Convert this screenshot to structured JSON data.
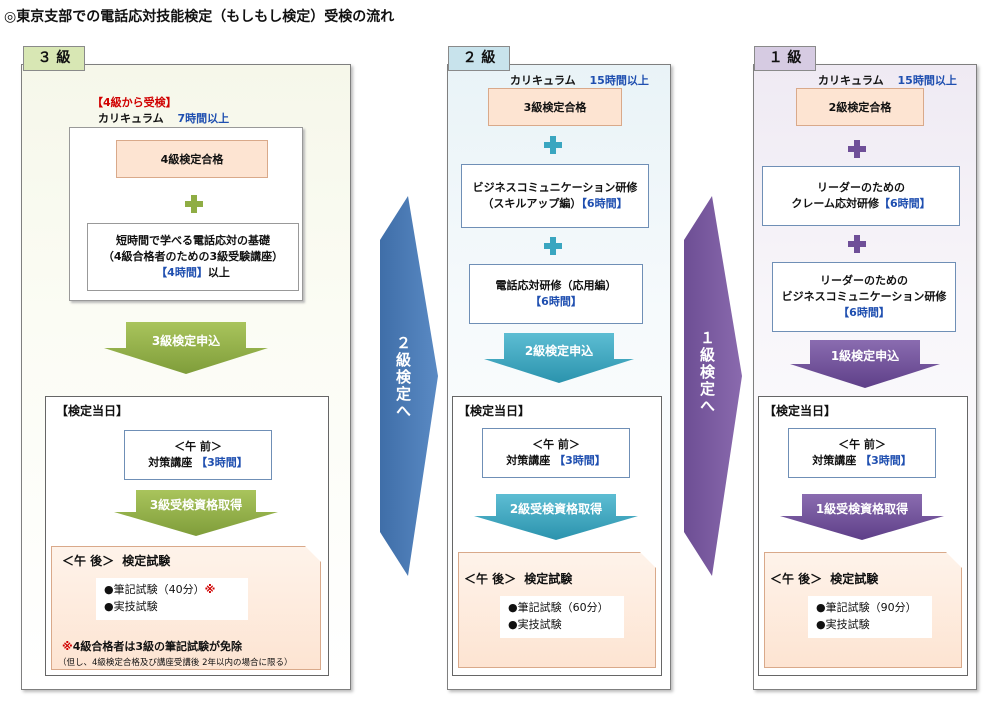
{
  "title": "◎東京支部での電話応対技能検定（もしもし検定）受検の流れ",
  "colors": {
    "green": "#8fad44",
    "teal": "#3aa6c0",
    "purple": "#6f4f98",
    "blue_big": "#4779b4",
    "purple_big": "#7d5c9f"
  },
  "level3": {
    "tab": "３ 級",
    "start": "【4級から受検】",
    "curriculum_label": "カリキュラム",
    "curriculum_hours": "7時間以上",
    "prereq": "4級検定合格",
    "course": {
      "line1": "短時間で学べる電話応対の基礎",
      "line2": "（4級合格者のための3級受験講座）",
      "hours": "【4時間】",
      "suffix": "以上"
    },
    "apply": "3級検定申込",
    "exam_day": "【検定当日】",
    "am": "＜午 前＞",
    "am_course": "対策講座",
    "am_hours": "【3時間】",
    "qualify": "3級受検資格取得",
    "pm": "＜午 後＞",
    "pm_exam": "検定試験",
    "written": "●筆記試験（40分）",
    "written_mark": "※",
    "practical": "●実技試験",
    "note1_mark": "※",
    "note1": "4級合格者は3級の筆記試験が免除",
    "note2": "（但し、4級検定合格及び講座受講後 2年以内の場合に限る）"
  },
  "to2": "２級検定へ",
  "level2": {
    "tab": "２ 級",
    "curriculum_label": "カリキュラム",
    "curriculum_hours": "15時間以上",
    "prereq": "3級検定合格",
    "course1": {
      "line1": "ビジネスコミュニケーション研修",
      "line2": "（スキルアップ編）",
      "hours": "【6時間】"
    },
    "course2": {
      "line1": "電話応対研修（応用編）",
      "hours": "【6時間】"
    },
    "apply": "2級検定申込",
    "exam_day": "【検定当日】",
    "am": "＜午 前＞",
    "am_course": "対策講座",
    "am_hours": "【3時間】",
    "qualify": "2級受検資格取得",
    "pm": "＜午 後＞",
    "pm_exam": "検定試験",
    "written": "●筆記試験（60分）",
    "practical": "●実技試験"
  },
  "to1": "１級検定へ",
  "level1": {
    "tab": "１ 級",
    "curriculum_label": "カリキュラム",
    "curriculum_hours": "15時間以上",
    "prereq": "2級検定合格",
    "course1": {
      "line1": "リーダーのための",
      "line2": "クレーム応対研修",
      "hours": "【6時間】"
    },
    "course2": {
      "line1": "リーダーのための",
      "line2": "ビジネスコミュニケーション研修",
      "hours": "【6時間】"
    },
    "apply": "1級検定申込",
    "exam_day": "【検定当日】",
    "am": "＜午 前＞",
    "am_course": "対策講座",
    "am_hours": "【3時間】",
    "qualify": "1級受検資格取得",
    "pm": "＜午 後＞",
    "pm_exam": "検定試験",
    "written": "●筆記試験（90分）",
    "practical": "●実技試験"
  }
}
